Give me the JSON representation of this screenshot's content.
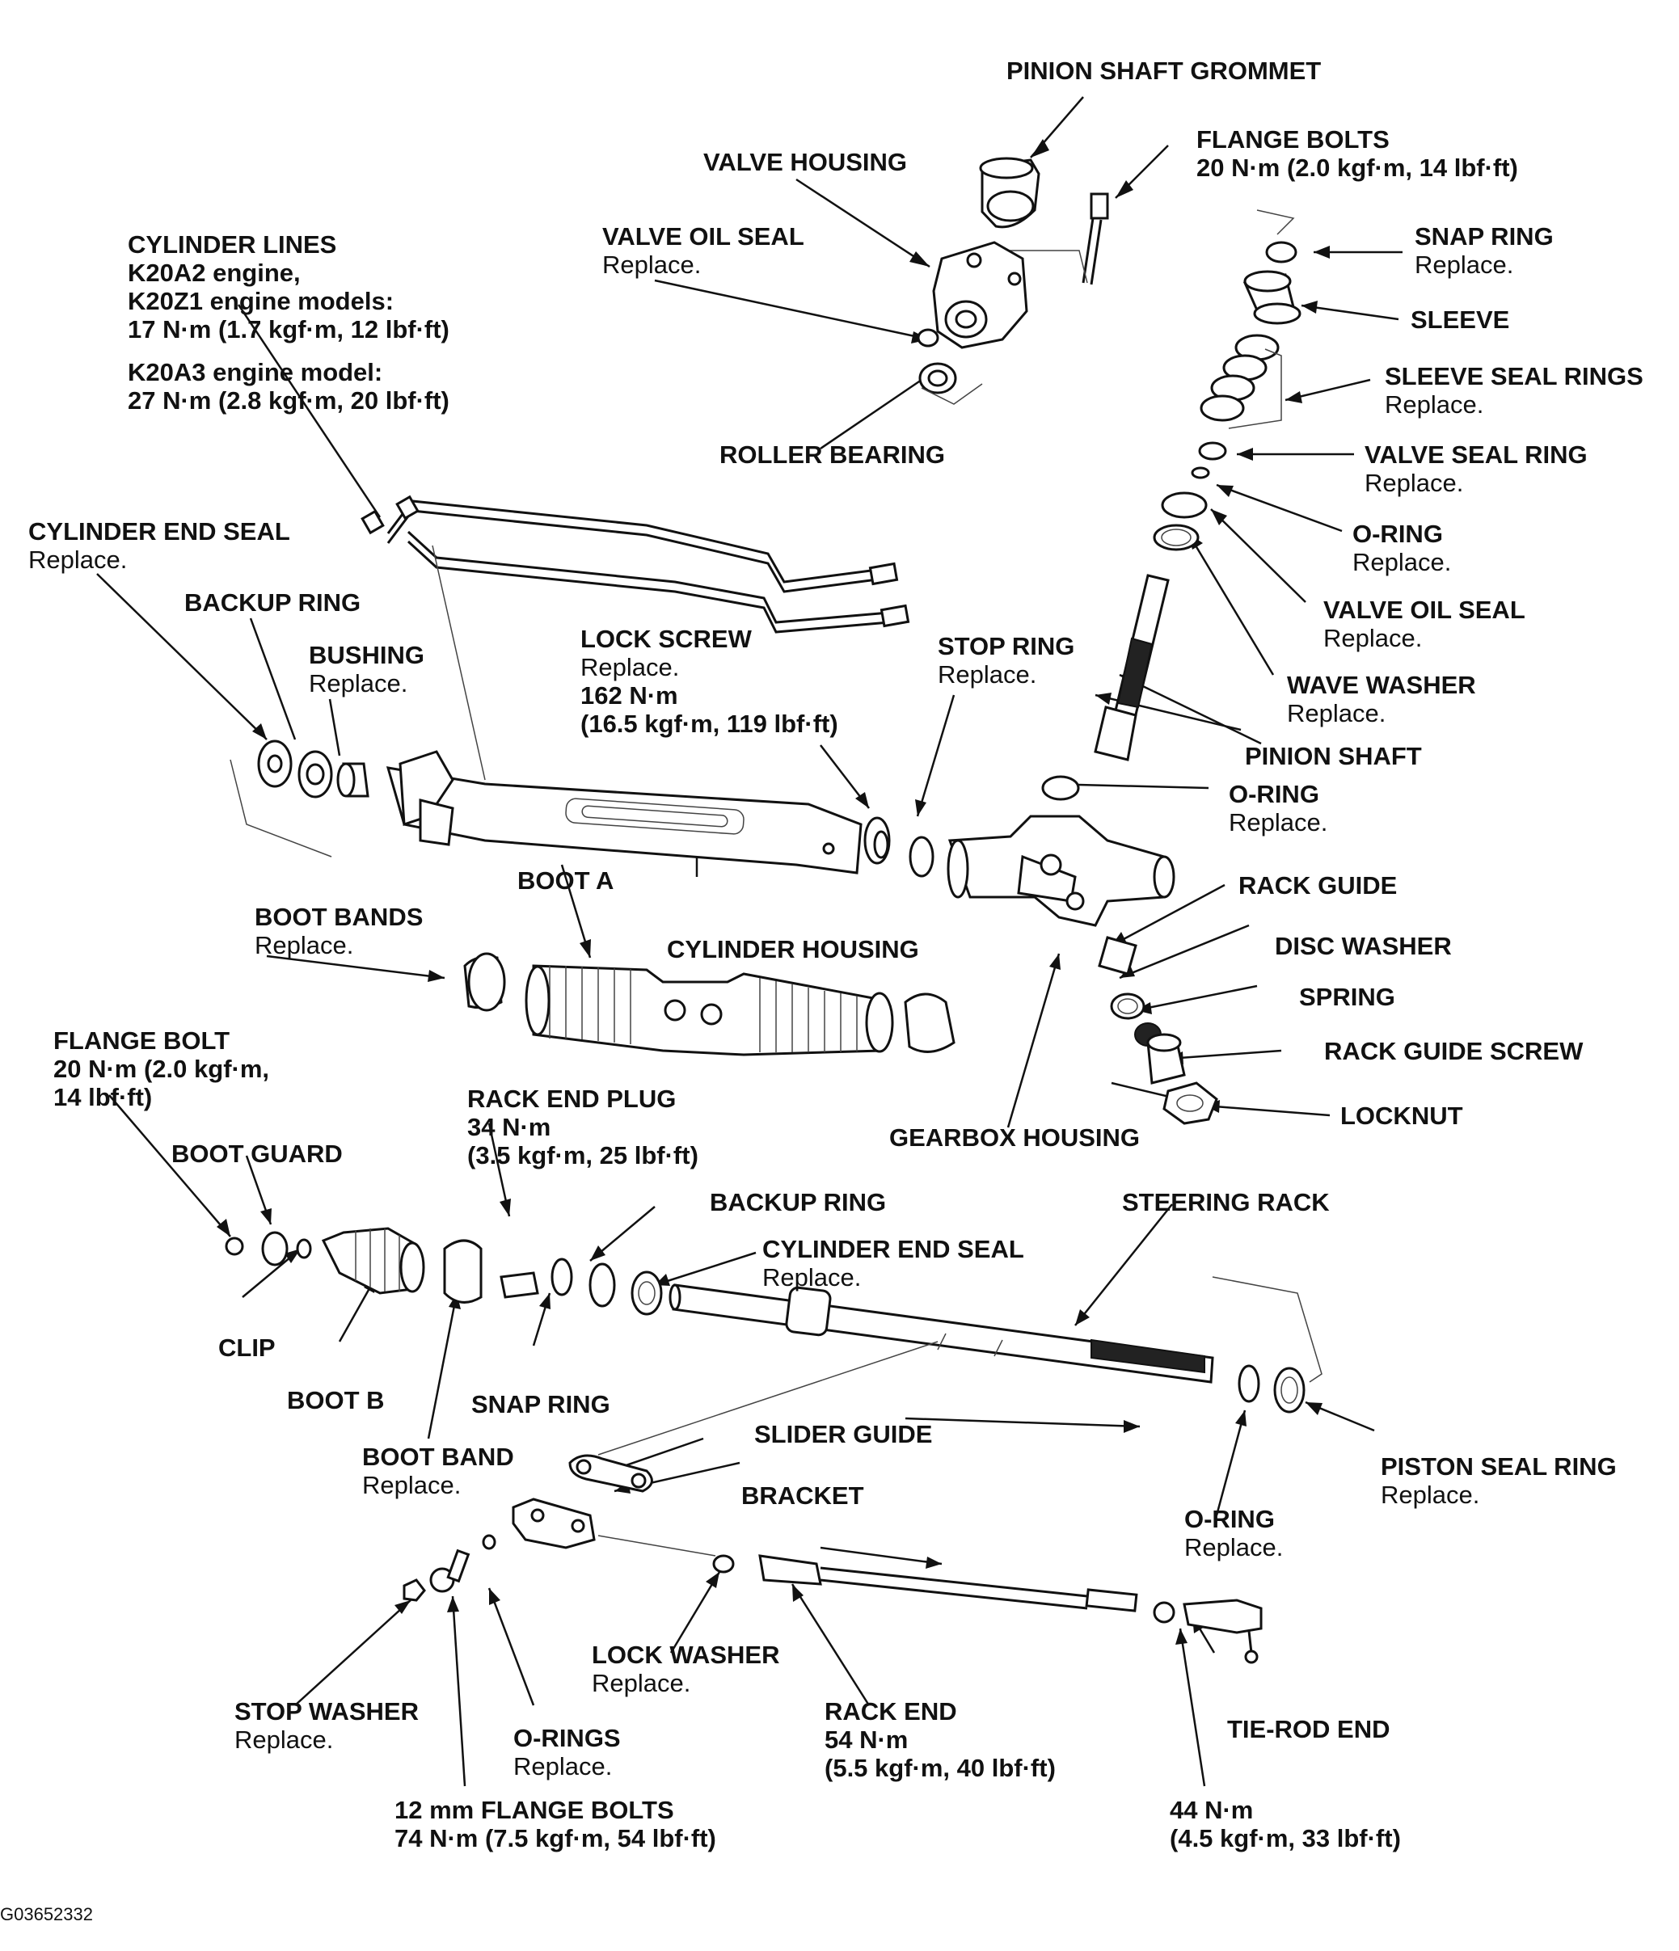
{
  "diagram_code": "G03652332",
  "labels": [
    {
      "id": "pinion_shaft_grommet",
      "title": "PINION SHAFT GROMMET",
      "note": []
    },
    {
      "id": "flange_bolts",
      "title": "FLANGE BOLTS",
      "note": [
        "20 N·m (2.0 kgf·m, 14 lbf·ft)"
      ]
    },
    {
      "id": "valve_housing",
      "title": "VALVE HOUSING",
      "note": []
    },
    {
      "id": "valve_oil_seal_top",
      "title": "VALVE OIL SEAL",
      "note": [
        "Replace."
      ]
    },
    {
      "id": "cylinder_lines",
      "title": "CYLINDER LINES",
      "note": [
        "K20A2 engine,",
        "K20Z1 engine models:",
        "17 N·m (1.7 kgf·m, 12 lbf·ft)",
        "",
        "K20A3 engine model:",
        "27 N·m (2.8 kgf·m, 20 lbf·ft)"
      ]
    },
    {
      "id": "snap_ring_top",
      "title": "SNAP RING",
      "note": [
        "Replace."
      ]
    },
    {
      "id": "sleeve",
      "title": "SLEEVE",
      "note": []
    },
    {
      "id": "sleeve_seal_rings",
      "title": "SLEEVE SEAL RINGS",
      "note": [
        "Replace."
      ]
    },
    {
      "id": "roller_bearing",
      "title": "ROLLER BEARING",
      "note": []
    },
    {
      "id": "valve_seal_ring",
      "title": "VALVE SEAL RING",
      "note": [
        "Replace."
      ]
    },
    {
      "id": "o_ring_top",
      "title": "O-RING",
      "note": [
        "Replace."
      ]
    },
    {
      "id": "cylinder_end_seal_top",
      "title": "CYLINDER END SEAL",
      "note": [
        "Replace."
      ]
    },
    {
      "id": "valve_oil_seal_right",
      "title": "VALVE OIL SEAL",
      "note": [
        "Replace."
      ]
    },
    {
      "id": "backup_ring_top",
      "title": "BACKUP RING",
      "note": []
    },
    {
      "id": "lock_screw",
      "title": "LOCK SCREW",
      "note": [
        "Replace.",
        "162 N·m",
        "(16.5 kgf·m, 119 lbf·ft)"
      ]
    },
    {
      "id": "stop_ring",
      "title": "STOP RING",
      "note": [
        "Replace."
      ]
    },
    {
      "id": "bushing",
      "title": "BUSHING",
      "note": [
        "Replace."
      ]
    },
    {
      "id": "wave_washer",
      "title": "WAVE WASHER",
      "note": [
        "Replace."
      ]
    },
    {
      "id": "pinion_shaft",
      "title": "PINION SHAFT",
      "note": []
    },
    {
      "id": "o_ring_mid",
      "title": "O-RING",
      "note": [
        "Replace."
      ]
    },
    {
      "id": "boot_a",
      "title": "BOOT A",
      "note": []
    },
    {
      "id": "rack_guide",
      "title": "RACK GUIDE",
      "note": []
    },
    {
      "id": "boot_bands",
      "title": "BOOT BANDS",
      "note": [
        "Replace."
      ]
    },
    {
      "id": "cylinder_housing",
      "title": "CYLINDER HOUSING",
      "note": []
    },
    {
      "id": "disc_washer",
      "title": "DISC WASHER",
      "note": []
    },
    {
      "id": "spring",
      "title": "SPRING",
      "note": []
    },
    {
      "id": "flange_bolt",
      "title": "FLANGE BOLT",
      "note": [
        "20 N·m (2.0 kgf·m,",
        "14 lbf·ft)"
      ]
    },
    {
      "id": "rack_guide_screw",
      "title": "RACK GUIDE SCREW",
      "note": []
    },
    {
      "id": "rack_end_plug",
      "title": "RACK END PLUG",
      "note": [
        "34 N·m",
        "(3.5 kgf·m, 25 lbf·ft)"
      ]
    },
    {
      "id": "locknut",
      "title": "LOCKNUT",
      "note": []
    },
    {
      "id": "gearbox_housing",
      "title": "GEARBOX HOUSING",
      "note": []
    },
    {
      "id": "boot_guard",
      "title": "BOOT GUARD",
      "note": []
    },
    {
      "id": "backup_ring_bottom",
      "title": "BACKUP RING",
      "note": []
    },
    {
      "id": "steering_rack",
      "title": "STEERING RACK",
      "note": []
    },
    {
      "id": "cylinder_end_seal_bottom",
      "title": "CYLINDER END SEAL",
      "note": [
        "Replace."
      ]
    },
    {
      "id": "clip",
      "title": "CLIP",
      "note": []
    },
    {
      "id": "boot_b",
      "title": "BOOT B",
      "note": []
    },
    {
      "id": "snap_ring_bottom",
      "title": "SNAP RING",
      "note": []
    },
    {
      "id": "slider_guide",
      "title": "SLIDER GUIDE",
      "note": []
    },
    {
      "id": "piston_seal_ring",
      "title": "PISTON SEAL RING",
      "note": [
        "Replace."
      ]
    },
    {
      "id": "boot_band",
      "title": "BOOT BAND",
      "note": [
        "Replace."
      ]
    },
    {
      "id": "bracket",
      "title": "BRACKET",
      "note": []
    },
    {
      "id": "o_ring_bottom",
      "title": "O-RING",
      "note": [
        "Replace."
      ]
    },
    {
      "id": "lock_washer",
      "title": "LOCK WASHER",
      "note": [
        "Replace."
      ]
    },
    {
      "id": "stop_washer",
      "title": "STOP WASHER",
      "note": [
        "Replace."
      ]
    },
    {
      "id": "o_rings",
      "title": "O-RINGS",
      "note": [
        "Replace."
      ]
    },
    {
      "id": "rack_end",
      "title": "RACK END",
      "note": [
        "54 N·m",
        "(5.5 kgf·m, 40 lbf·ft)"
      ]
    },
    {
      "id": "tie_rod_end",
      "title": "TIE-ROD END",
      "note": []
    },
    {
      "id": "flange_bolts_12mm",
      "title": "12 mm FLANGE BOLTS",
      "note": [
        "74 N·m (7.5 kgf·m, 54 lbf·ft)"
      ]
    },
    {
      "id": "tie_rod_torque",
      "title": "44 N·m",
      "note": [
        "(4.5 kgf·m, 33 lbf·ft)"
      ]
    }
  ]
}
